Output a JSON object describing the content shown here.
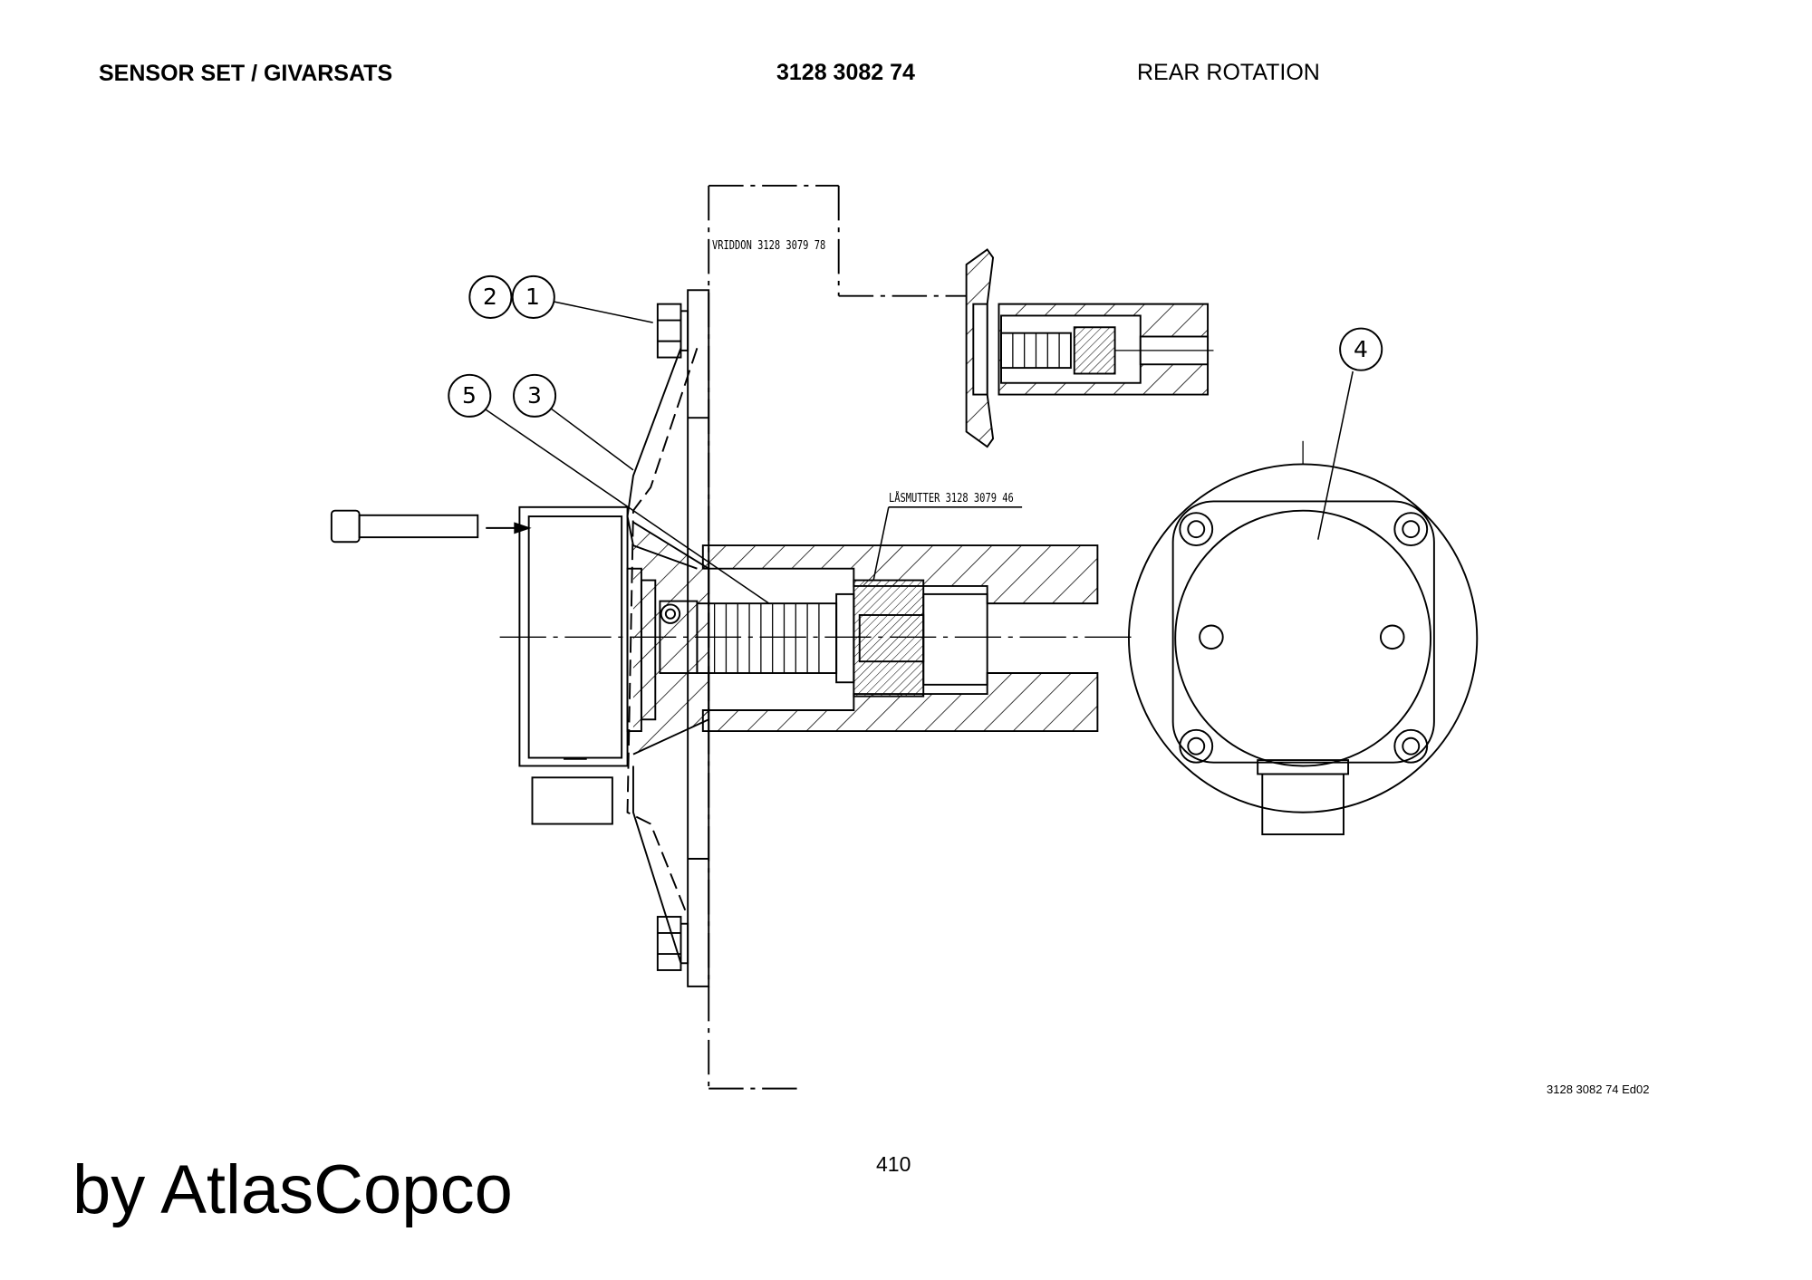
{
  "header": {
    "title": "SENSOR SET / GIVARSATS",
    "part_number": "3128 3082 74",
    "subtitle": "REAR ROTATION"
  },
  "drawing": {
    "labels": {
      "vriddon": "VRIDDON 3128 3079 78",
      "lasmutter": "LÅSMUTTER 3128 3079 46"
    },
    "balloons": [
      "2",
      "1",
      "5",
      "3",
      "4"
    ],
    "drawing_ref": "3128 3082 74 Ed02"
  },
  "footer": {
    "page_number": "410",
    "brand": "by AtlasCopco"
  }
}
